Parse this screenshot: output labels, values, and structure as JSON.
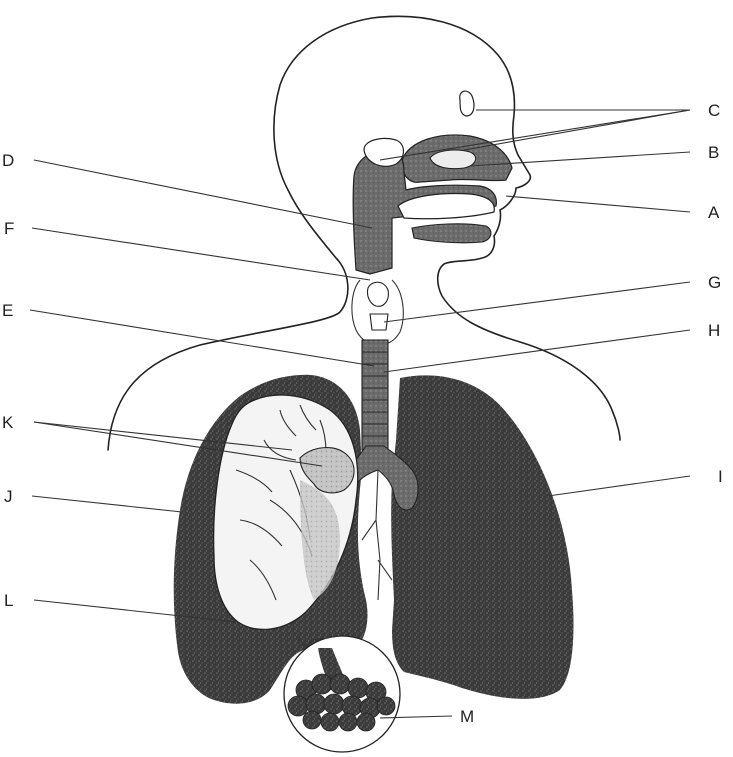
{
  "diagram": {
    "labels": [
      {
        "id": "C",
        "text": "C"
      },
      {
        "id": "B",
        "text": "B"
      },
      {
        "id": "D",
        "text": "D"
      },
      {
        "id": "A",
        "text": "A"
      },
      {
        "id": "F",
        "text": "F"
      },
      {
        "id": "G",
        "text": "G"
      },
      {
        "id": "E",
        "text": "E"
      },
      {
        "id": "H",
        "text": "H"
      },
      {
        "id": "K",
        "text": "K"
      },
      {
        "id": "I",
        "text": "I"
      },
      {
        "id": "J",
        "text": "J"
      },
      {
        "id": "L",
        "text": "L"
      },
      {
        "id": "M",
        "text": "M"
      }
    ],
    "colors": {
      "lung_shade": "#3a3a3a",
      "airway_shade": "#6a6a6a",
      "light_shade": "#bdbdbd",
      "line": "#222222"
    }
  }
}
